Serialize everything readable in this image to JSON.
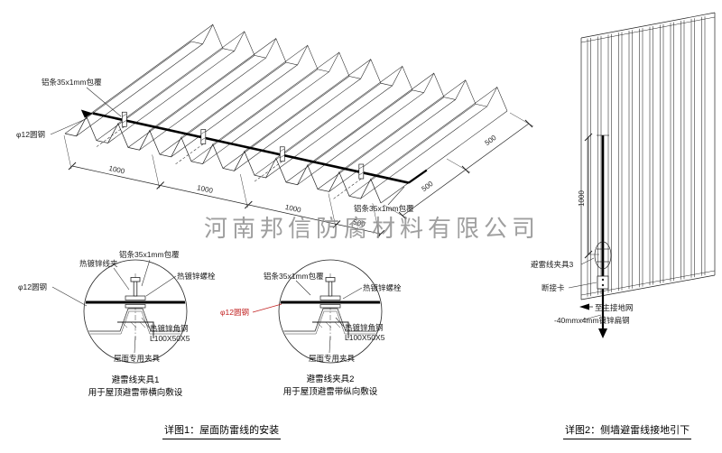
{
  "watermark": "河南邦信防腐材料有限公司",
  "roof": {
    "label_alu_top": "铝条35x1mm包覆",
    "label_round_steel": "φ12圆钢",
    "label_alu_right": "铝条35x1mm包覆",
    "dims_bottom": [
      "1000",
      "1000",
      "1000",
      "500"
    ],
    "dims_right": [
      "500",
      "500"
    ]
  },
  "clamp1": {
    "label_wire_clip": "热镀锌线夹",
    "label_alu": "铝条35x1mm包覆",
    "label_bolt": "热镀锌螺栓",
    "label_round_steel": "φ12圆钢",
    "label_angle_steel": "热镀锌角钢",
    "label_angle_size": "L100X50X5",
    "label_roof_fixture": "屋面专用夹具",
    "title": "避雷线夹具1",
    "subtitle": "用于屋顶避雷带横向敷设"
  },
  "clamp2": {
    "label_alu": "铝条35x1mm包覆",
    "label_bolt": "热镀锌螺栓",
    "label_round_steel": "φ12圆钢",
    "label_angle_steel": "热镀锌角钢",
    "label_angle_size": "L100X50X5",
    "label_roof_fixture": "屋面专用夹具",
    "title": "避雷线夹具2",
    "subtitle": "用于屋顶避雷带纵向敷设"
  },
  "wall": {
    "dim": "1000",
    "label_clamp3": "避雷线夹具3",
    "label_disconnect": "断接卡",
    "label_to_ground": "至主接地网",
    "label_flat_steel": "-40mmx4mm镀锌扁钢"
  },
  "captions": {
    "detail1": "详图1：屋面防雷线的安装",
    "detail2": "详图2：侧墙避雷线接地引下"
  },
  "colors": {
    "line": "#222222",
    "red": "#c22222",
    "watermark": "#8f8f8f"
  }
}
